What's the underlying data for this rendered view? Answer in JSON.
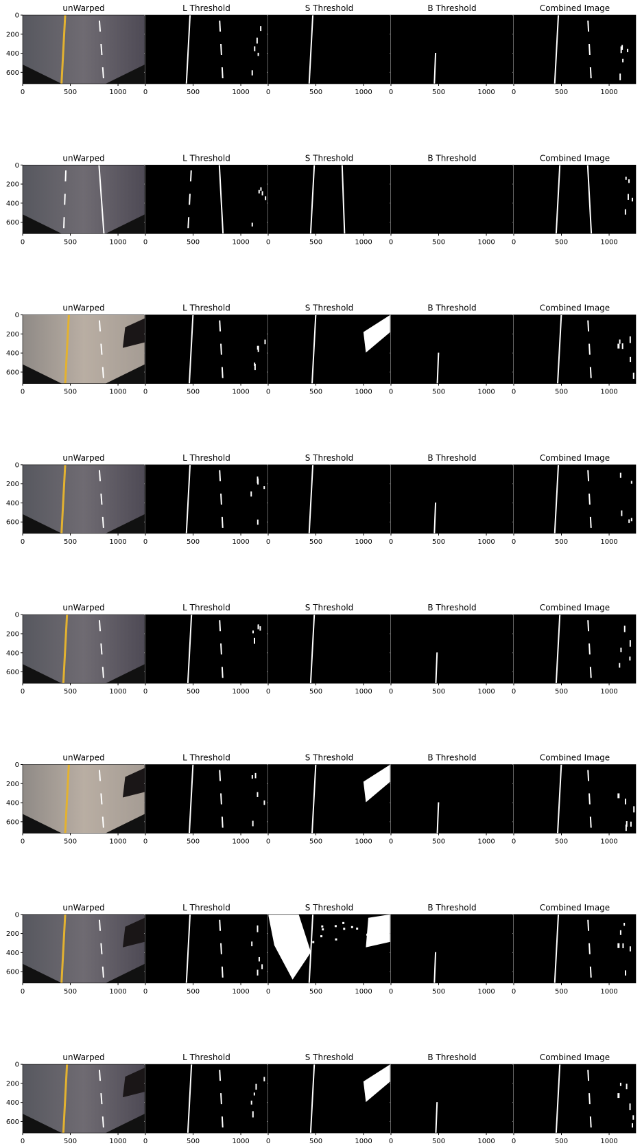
{
  "figure": {
    "type": "image-grid",
    "rows": 8,
    "columns": [
      "unWarped",
      "L Threshold",
      "S Threshold",
      "B Threshold",
      "Combined Image"
    ],
    "x_ticks": [
      "0",
      "500",
      "1000"
    ],
    "y_ticks": [
      "0",
      "200",
      "400",
      "600"
    ],
    "colors": {
      "background": "#ffffff",
      "binary_fill": "#000000",
      "binary_mark": "#ffffff",
      "road_gray": "#6f6b72",
      "road_light": "#b9aea3",
      "yellow_line": "#e3b230",
      "text": "#000000"
    }
  },
  "chart_data": [
    {
      "type": "image",
      "row": 1,
      "panels": [
        "unWarped",
        "L Threshold",
        "S Threshold",
        "B Threshold",
        "Combined Image"
      ],
      "xlim": [
        0,
        1280
      ],
      "ylim": [
        720,
        0
      ],
      "xticks": [
        0,
        500,
        1000
      ],
      "yticks": [
        0,
        200,
        400,
        600
      ]
    },
    {
      "type": "image",
      "row": 2,
      "panels": [
        "unWarped",
        "L Threshold",
        "S Threshold",
        "B Threshold",
        "Combined Image"
      ],
      "xlim": [
        0,
        1280
      ],
      "ylim": [
        720,
        0
      ],
      "xticks": [
        0,
        500,
        1000
      ],
      "yticks": [
        0,
        200,
        400,
        600
      ]
    },
    {
      "type": "image",
      "row": 3,
      "panels": [
        "unWarped",
        "L Threshold",
        "S Threshold",
        "B Threshold",
        "Combined Image"
      ],
      "xlim": [
        0,
        1280
      ],
      "ylim": [
        720,
        0
      ],
      "xticks": [
        0,
        500,
        1000
      ],
      "yticks": [
        0,
        200,
        400,
        600
      ]
    },
    {
      "type": "image",
      "row": 4,
      "panels": [
        "unWarped",
        "L Threshold",
        "S Threshold",
        "B Threshold",
        "Combined Image"
      ],
      "xlim": [
        0,
        1280
      ],
      "ylim": [
        720,
        0
      ],
      "xticks": [
        0,
        500,
        1000
      ],
      "yticks": [
        0,
        200,
        400,
        600
      ]
    },
    {
      "type": "image",
      "row": 5,
      "panels": [
        "unWarped",
        "L Threshold",
        "S Threshold",
        "B Threshold",
        "Combined Image"
      ],
      "xlim": [
        0,
        1280
      ],
      "ylim": [
        720,
        0
      ],
      "xticks": [
        0,
        500,
        1000
      ],
      "yticks": [
        0,
        200,
        400,
        600
      ]
    },
    {
      "type": "image",
      "row": 6,
      "panels": [
        "unWarped",
        "L Threshold",
        "S Threshold",
        "B Threshold",
        "Combined Image"
      ],
      "xlim": [
        0,
        1280
      ],
      "ylim": [
        720,
        0
      ],
      "xticks": [
        0,
        500,
        1000
      ],
      "yticks": [
        0,
        200,
        400,
        600
      ]
    },
    {
      "type": "image",
      "row": 7,
      "panels": [
        "unWarped",
        "L Threshold",
        "S Threshold",
        "B Threshold",
        "Combined Image"
      ],
      "xlim": [
        0,
        1280
      ],
      "ylim": [
        720,
        0
      ],
      "xticks": [
        0,
        500,
        1000
      ],
      "yticks": [
        0,
        200,
        400,
        600
      ]
    },
    {
      "type": "image",
      "row": 8,
      "panels": [
        "unWarped",
        "L Threshold",
        "S Threshold",
        "B Threshold",
        "Combined Image"
      ],
      "xlim": [
        0,
        1280
      ],
      "ylim": [
        720,
        0
      ],
      "xticks": [
        0,
        500,
        1000
      ],
      "yticks": [
        0,
        200,
        400,
        600
      ]
    }
  ]
}
